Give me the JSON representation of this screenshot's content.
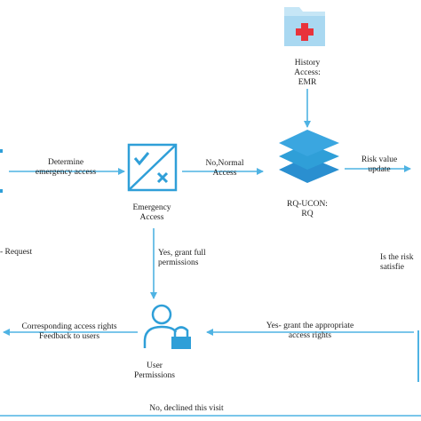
{
  "colors": {
    "accent": "#2f9fd8",
    "arrow": "#4fb3e3",
    "text": "#1e1e1e",
    "red_cross": "#e8333b"
  },
  "icons": {
    "history": "medical-folder-icon",
    "emergency": "emergency-switch-icon",
    "rq_ucon": "layer-stack-icon",
    "user": "user-lock-icon"
  },
  "labels": {
    "history_access": "History\nAccess:\nEMR",
    "determine": "Determine\nemergency access",
    "emergency_access": "Emergency\nAccess",
    "no_normal": "No,Normal\nAccess",
    "rq_ucon": "RQ-UCON:\nRQ",
    "risk_update": "Risk value\nupdate",
    "request": "- Request",
    "is_risk": "Is the risk\nsatisfie",
    "yes_full": "Yes, grant full\npermissions",
    "yes_appropriate": "Yes-  grant the appropriate\naccess rights",
    "corresponding": "Corresponding access rights\nFeedback to users",
    "user_permissions": "User\nPermissions",
    "declined": "No, declined this visit"
  }
}
